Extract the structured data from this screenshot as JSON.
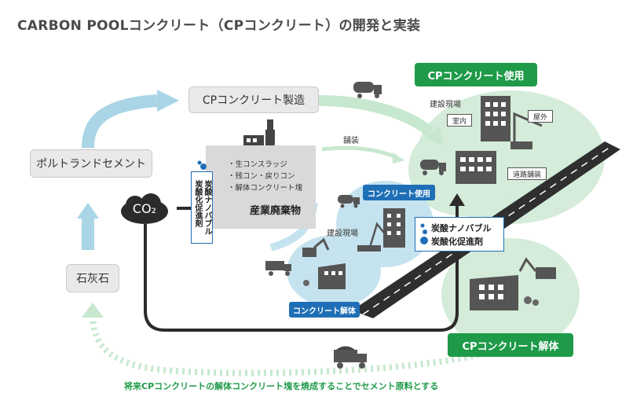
{
  "title": "CARBON POOLコンクリート（CPコンクリート）の開発と実装",
  "nodes": {
    "cp_manufacture": "CPコンクリート製造",
    "portland_cement": "ポルトランドセメント",
    "limestone": "石灰石",
    "co2": "CO₂",
    "industrial_waste": "産業廃棄物",
    "cp_use": "CPコンクリート使用",
    "cp_demolition": "CPコンクリート解体",
    "concrete_use": "コンクリート使用",
    "concrete_demolition": "コンクリート解体"
  },
  "waste_items": [
    "・生コンスラッジ",
    "・残コン・戻りコン",
    "・解体コンクリート塊"
  ],
  "nano_left": "炭酸ナノバブル\n炭酸化促進剤",
  "nano_right": [
    "炭酸ナノバブル",
    "炭酸化促進剤"
  ],
  "labels": {
    "paving": "舗装",
    "site_upper": "建設現場",
    "site_lower": "建設現場",
    "indoor": "室内",
    "outdoor": "屋外",
    "road_paving": "道路舗装"
  },
  "footer": "将来CPコンクリートの解体コンクリート塊を焼成することでセメント原料とする",
  "colors": {
    "green": "#1e9a48",
    "blue": "#1f6fb6",
    "light_green": "#d4ecd9",
    "light_blue": "#c5e3ef",
    "arrow_blue": "#a9d5e6",
    "dark": "#2b2b2b"
  }
}
